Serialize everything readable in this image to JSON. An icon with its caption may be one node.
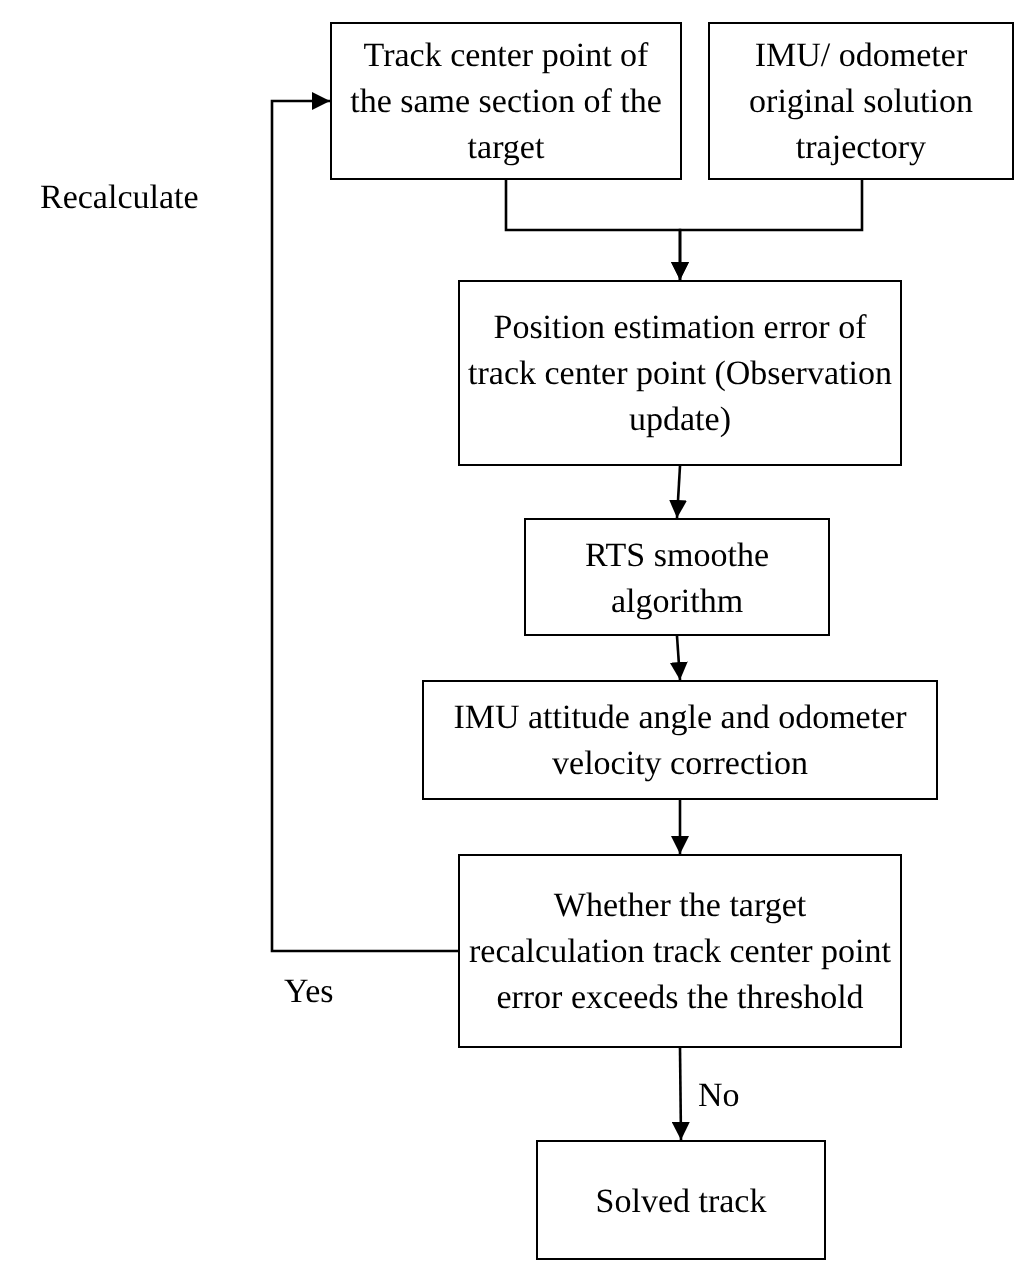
{
  "diagram": {
    "nodes": [
      {
        "text": [
          "Track center point of the same section of the target"
        ]
      },
      {
        "text": [
          "IMU/ odometer original solution trajectory"
        ]
      },
      {
        "text": [
          "Position estimation error of track center point (Observation update)"
        ]
      },
      {
        "text": [
          "RTS smoothe algorithm"
        ]
      },
      {
        "text": [
          "IMU attitude angle and odometer velocity correction"
        ]
      },
      {
        "text": [
          "Whether the target recalculation track center point error exceeds the threshold"
        ]
      },
      {
        "text": [
          "Solved track"
        ]
      }
    ],
    "edges": [
      {
        "from": 0,
        "to": 2,
        "arrow": "to"
      },
      {
        "from": 1,
        "to": 2,
        "arrow": "to"
      },
      {
        "from": 2,
        "to": 3,
        "arrow": "to"
      },
      {
        "from": 3,
        "to": 4,
        "arrow": "to"
      },
      {
        "from": 4,
        "to": 5,
        "arrow": "to"
      },
      {
        "from": 5,
        "to": 0,
        "arrow": "to",
        "label": "Yes"
      },
      {
        "from": 5,
        "to": 6,
        "arrow": "to",
        "label": "No"
      }
    ],
    "labels": [
      "Recalculate"
    ]
  }
}
